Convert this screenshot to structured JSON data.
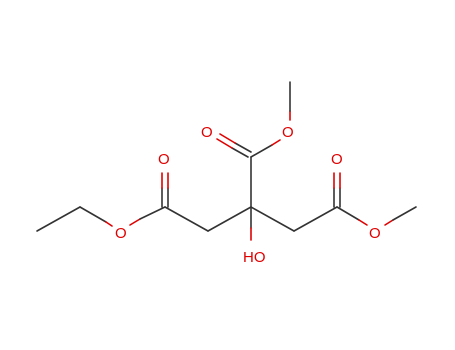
{
  "atoms": {
    "O_carbonyl_top": "O",
    "O_ester_top": "O",
    "O_carbonyl_left": "O",
    "O_ester_left": "O",
    "O_carbonyl_right": "O",
    "O_ester_right": "O",
    "hydroxyl": "HO"
  },
  "colors": {
    "bond": "#333333",
    "heteroatom": "#e00000"
  }
}
